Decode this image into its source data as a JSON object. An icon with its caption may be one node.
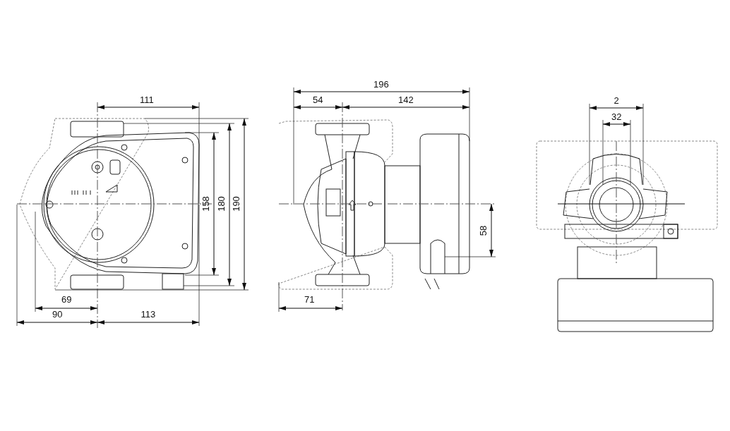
{
  "diagram": {
    "labels": [
      "111",
      "158",
      "180",
      "190",
      "69",
      "90",
      "113",
      "196",
      "54",
      "142",
      "58",
      "71",
      "2",
      "32"
    ]
  }
}
